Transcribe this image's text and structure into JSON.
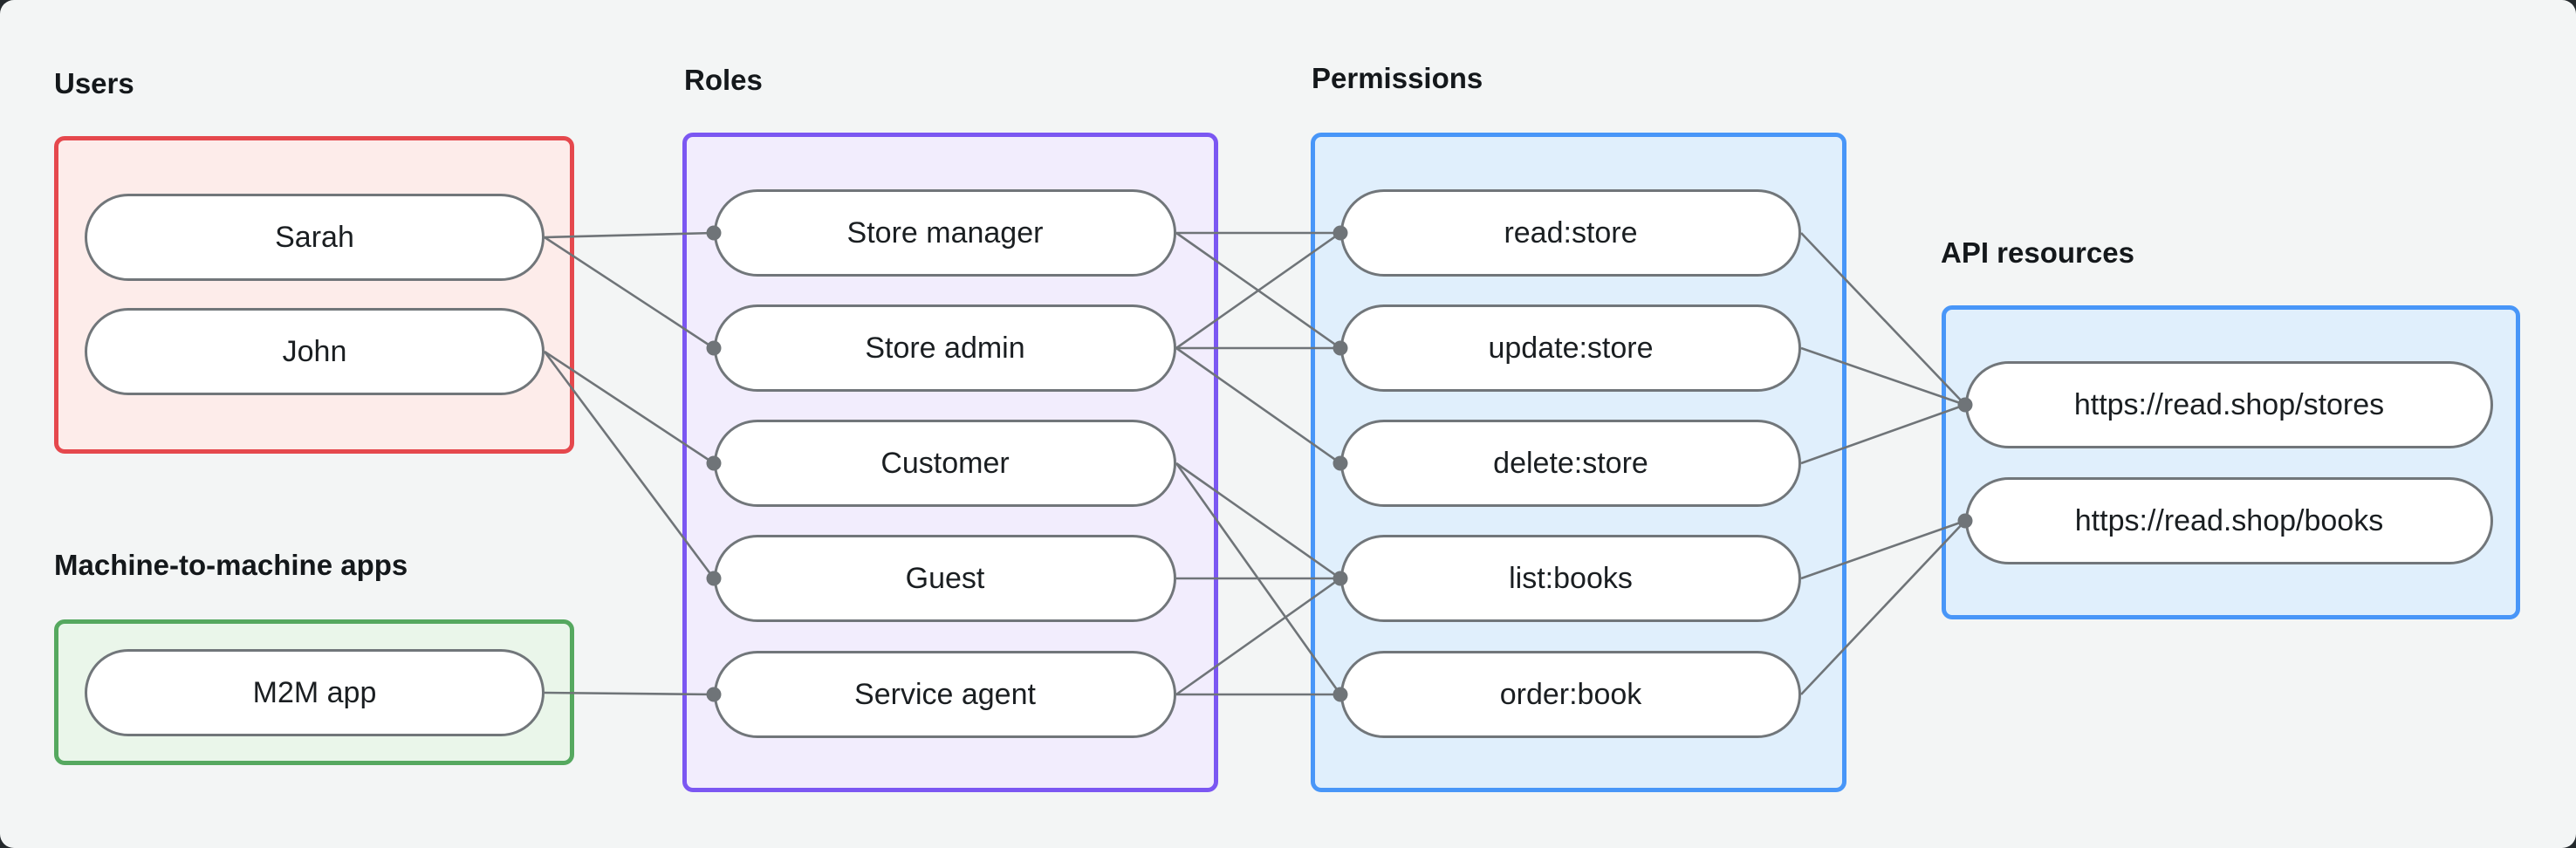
{
  "headings": {
    "users": "Users",
    "m2m": "Machine-to-machine apps",
    "roles": "Roles",
    "permissions": "Permissions",
    "api": "API resources"
  },
  "nodes": {
    "sarah": "Sarah",
    "john": "John",
    "m2m_app": "M2M app",
    "store_manager": "Store manager",
    "store_admin": "Store admin",
    "customer": "Customer",
    "guest": "Guest",
    "service_agent": "Service agent",
    "read_store": "read:store",
    "update_store": "update:store",
    "delete_store": "delete:store",
    "list_books": "list:books",
    "order_book": "order:book",
    "stores_api": "https://read.shop/stores",
    "books_api": "https://read.shop/books"
  },
  "connections": [
    {
      "from": "sarah",
      "to": "store_manager"
    },
    {
      "from": "sarah",
      "to": "store_admin"
    },
    {
      "from": "john",
      "to": "customer"
    },
    {
      "from": "john",
      "to": "guest"
    },
    {
      "from": "m2m_app",
      "to": "service_agent"
    },
    {
      "from": "store_manager",
      "to": "read_store"
    },
    {
      "from": "store_manager",
      "to": "update_store"
    },
    {
      "from": "store_admin",
      "to": "read_store"
    },
    {
      "from": "store_admin",
      "to": "update_store"
    },
    {
      "from": "store_admin",
      "to": "delete_store"
    },
    {
      "from": "customer",
      "to": "list_books"
    },
    {
      "from": "customer",
      "to": "order_book"
    },
    {
      "from": "guest",
      "to": "list_books"
    },
    {
      "from": "service_agent",
      "to": "list_books"
    },
    {
      "from": "service_agent",
      "to": "order_book"
    },
    {
      "from": "read_store",
      "to": "stores_api"
    },
    {
      "from": "update_store",
      "to": "stores_api"
    },
    {
      "from": "delete_store",
      "to": "stores_api"
    },
    {
      "from": "list_books",
      "to": "books_api"
    },
    {
      "from": "order_book",
      "to": "books_api"
    }
  ],
  "colors": {
    "background": "#f3f5f5",
    "backdrop": "#24292c",
    "line": "#6f7478",
    "pill-border": "#71767a",
    "pill-fill": "#ffffff",
    "text": "#1a1e21",
    "heading-text": "#14181b",
    "users-border": "#e5484d",
    "users-fill": "#fdecea",
    "m2m-border": "#55a85f",
    "m2m-fill": "#eaf6ea",
    "roles-border": "#7b57f2",
    "roles-fill": "#f2edfd",
    "permissions-border": "#4896f8",
    "permissions-fill": "#e0effc",
    "api-border": "#4896f8",
    "api-fill": "#e0effc"
  }
}
